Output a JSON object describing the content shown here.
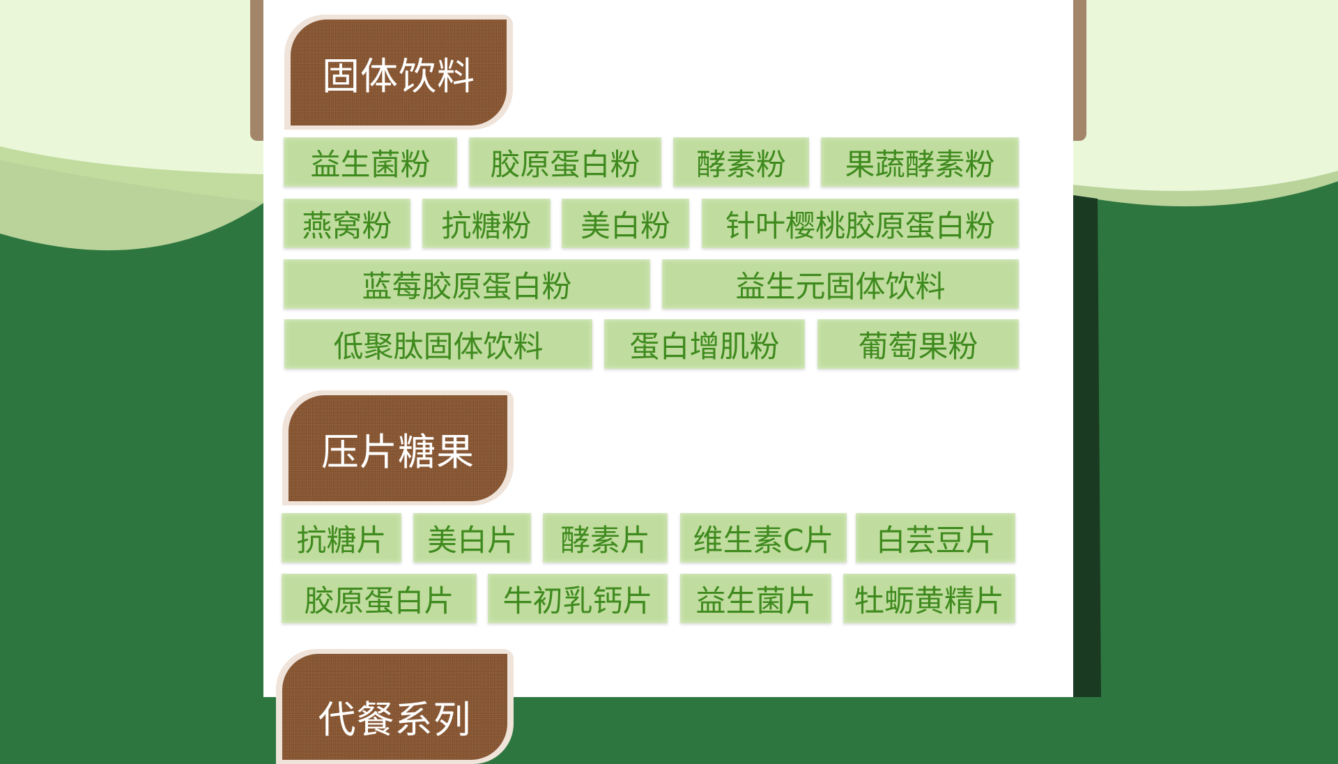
{
  "sections": [
    {
      "title": "固体饮料",
      "items": [
        "益生菌粉",
        "胶原蛋白粉",
        "酵素粉",
        "果蔬酵素粉",
        "燕窝粉",
        "抗糖粉",
        "美白粉",
        "针叶樱桃胶原蛋白粉",
        "蓝莓胶原蛋白粉",
        "益生元固体饮料",
        "低聚肽固体饮料",
        "蛋白增肌粉",
        "葡萄果粉"
      ]
    },
    {
      "title": "压片糖果",
      "items": [
        "抗糖片",
        "美白片",
        "酵素片",
        "维生素C片",
        "白芸豆片",
        "胶原蛋白片",
        "牛初乳钙片",
        "益生菌片",
        "牡蛎黄精片"
      ]
    },
    {
      "title": "代餐系列",
      "items": []
    }
  ],
  "colors": {
    "dark_green": "#2e763f",
    "light_green": "#eaf7d9",
    "button": "#c0dd9f",
    "button_text": "#3f8a1e",
    "brown": "#8c5a35"
  }
}
